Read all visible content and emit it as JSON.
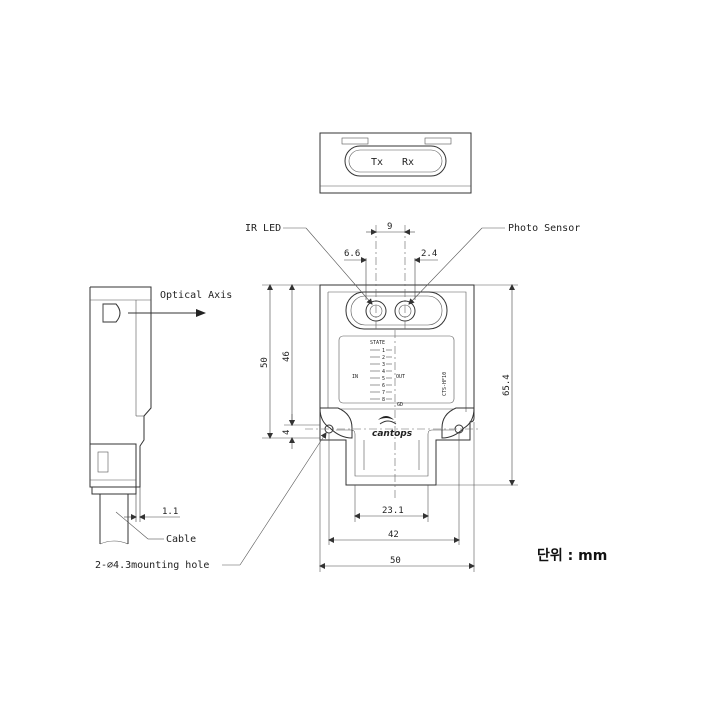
{
  "window_label": {
    "tx": "Tx",
    "rx": "Rx"
  },
  "callouts": {
    "ir_led": "IR LED",
    "photo_sensor": "Photo Sensor",
    "optical_axis": "Optical Axis",
    "cable": "Cable",
    "mounting_hole": "2-∅4.3mounting hole"
  },
  "dimensions": {
    "d_9": "9",
    "d_6_6": "6.6",
    "d_2_4": "2.4",
    "d_50_height": "50",
    "d_46": "46",
    "d_4": "4",
    "d_65_4": "65.4",
    "d_1_1": "1.1",
    "d_23_1": "23.1",
    "d_42": "42",
    "d_50_width": "50"
  },
  "label_panel": {
    "state": "STATE",
    "in": "IN",
    "out": "OUT",
    "gd": "GD",
    "model": "CTS-HF10",
    "pins": [
      "1",
      "2",
      "3",
      "4",
      "5",
      "6",
      "7",
      "8"
    ]
  },
  "brand": "cantops",
  "unit_note": "단위 : mm"
}
